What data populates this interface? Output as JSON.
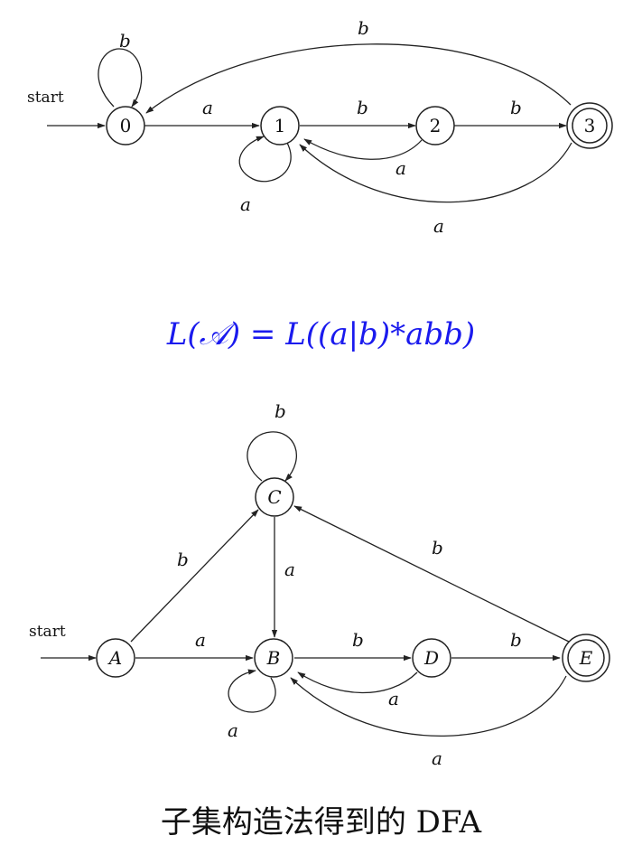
{
  "nfa": {
    "start_label": "start",
    "states": [
      "0",
      "1",
      "2",
      "3"
    ],
    "accepting": [
      "3"
    ],
    "edge_labels": {
      "loop_0": "b",
      "e_0_1": "a",
      "loop_1": "a",
      "e_1_2": "b",
      "e_2_3": "b",
      "e_2_1": "a",
      "e_3_1": "a",
      "e_3_0": "b"
    }
  },
  "formula": "L(𝒜) = L((a|b)*abb)",
  "dfa": {
    "start_label": "start",
    "states": [
      "A",
      "B",
      "C",
      "D",
      "E"
    ],
    "accepting": [
      "E"
    ],
    "edge_labels": {
      "loop_C": "b",
      "e_A_C": "b",
      "e_C_B": "a",
      "e_E_C": "b",
      "e_A_B": "a",
      "loop_B": "a",
      "e_B_D": "b",
      "e_D_E": "b",
      "e_D_B": "a",
      "e_E_B": "a"
    }
  },
  "caption": "子集构造法得到的 DFA"
}
